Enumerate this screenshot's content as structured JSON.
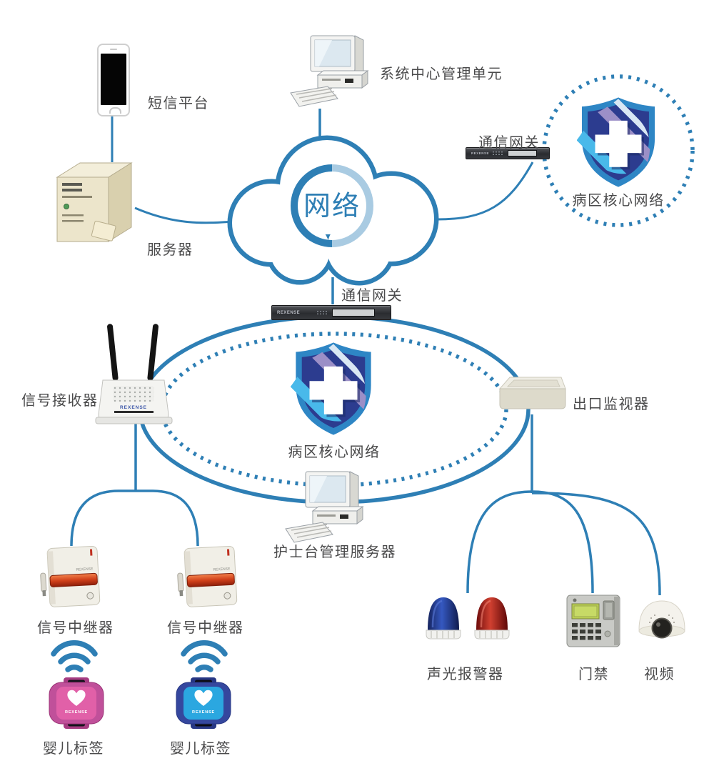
{
  "labels": {
    "sms_platform": "短信平台",
    "server": "服务器",
    "system_center": "系统中心管理单元",
    "gateway": "通信网关",
    "network": "网络",
    "ward_core": "病区核心网络",
    "signal_receiver": "信号接收器",
    "exit_monitor": "出口监视器",
    "nurse_server": "护士台管理服务器",
    "signal_repeater": "信号中继器",
    "baby_tag": "婴儿标签",
    "sound_light_alarm": "声光报警器",
    "access_control": "门禁",
    "video": "视频"
  },
  "brand": "REXENSE",
  "colors": {
    "line_blue": "#2e7fb5",
    "light_blue": "#a9cbe2",
    "text_gray": "#4a4a4b",
    "shield_border": "#2e86c5",
    "shield_navy": "#2c3c8f",
    "stripe_cyan": "#45b3e4",
    "stripe_purple": "#9b8fc7",
    "tag_pink_frame": "#c0509a",
    "tag_pink_face": "#e160a8",
    "tag_blue_frame": "#35479e",
    "tag_blue_face": "#2ba7e0",
    "beacon_blue": "#2746a8",
    "beacon_red": "#c03028"
  }
}
